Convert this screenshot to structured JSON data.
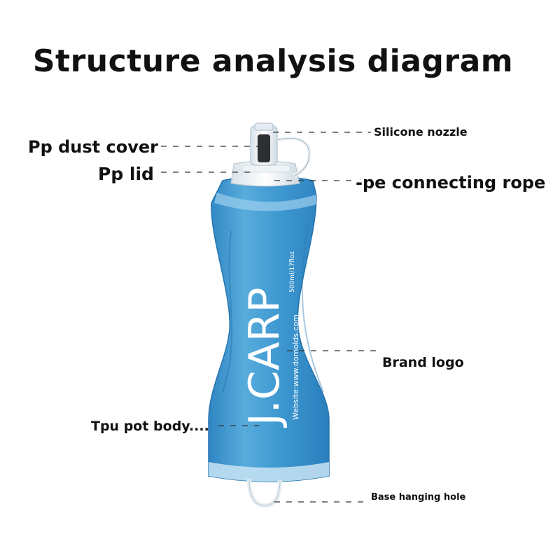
{
  "title": "Structure analysis diagram",
  "labels": {
    "silicone_nozzle": "Silicone nozzle",
    "pp_dust_cover": "Pp dust cover",
    "pp_lid": "Pp lid",
    "pe_connecting_rope": "-pe connecting rope",
    "brand_logo": "Brand logo",
    "tpu_pot_body": "Tpu pot body....",
    "base_hanging_hole": "Base hanging hole"
  },
  "bottle": {
    "brand": "J.CARP",
    "capacity": "500ml/17floz",
    "website": "Website:www.domolds.com"
  },
  "colors": {
    "body_blue": "#3f97cf",
    "body_light": "#8fc6e8",
    "cap_white": "#f2f6f9",
    "text": "#111111"
  }
}
